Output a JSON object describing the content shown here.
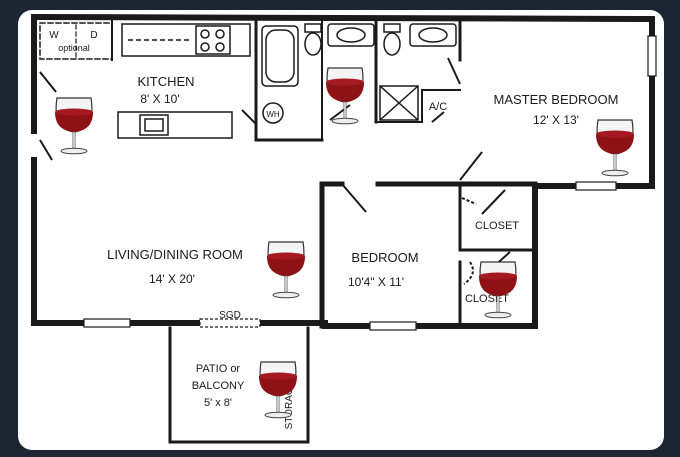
{
  "rooms": {
    "kitchen": {
      "name": "KITCHEN",
      "size": "8' X 10'"
    },
    "living": {
      "name": "LIVING/DINING ROOM",
      "size": "14' X 20'"
    },
    "bedroom": {
      "name": "BEDROOM",
      "size": "10'4\" X 11'"
    },
    "master": {
      "name": "MASTER BEDROOM",
      "size": "12' X 13'"
    },
    "patio": {
      "line1": "PATIO or",
      "line2": "BALCONY",
      "size": "5' x 8'"
    }
  },
  "labels": {
    "washer": "W",
    "dryer": "D",
    "optional": "optional",
    "water_heater": "WH",
    "ac": "A/C",
    "closet": "CLOSET",
    "sgd": "SGD",
    "storage": "STORAGE"
  },
  "colors": {
    "wine": "#8e1116",
    "wall": "#1a1a1a",
    "floor": "#ffffff",
    "frame": "#1c2532"
  }
}
